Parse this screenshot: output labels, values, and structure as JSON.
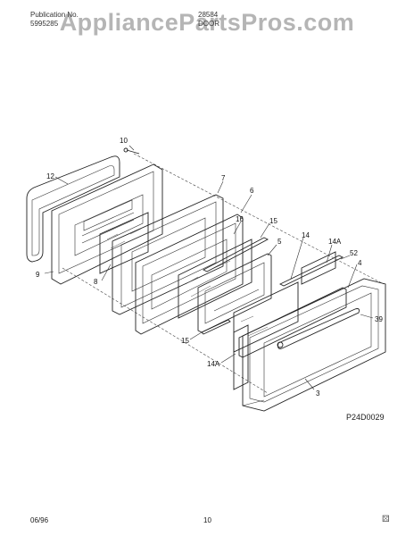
{
  "header": {
    "publication_label": "Publication No.",
    "publication_number": "5995285",
    "model": "28584",
    "section": "DOOR"
  },
  "watermark": "AppliancePartsPros.com",
  "diagram_code": "P24D0029",
  "footer": {
    "date": "06/96",
    "page": "10"
  },
  "callouts": {
    "c10": "10",
    "c12": "12",
    "c9": "9",
    "c8": "8",
    "c7": "7",
    "c6": "6",
    "c16": "16",
    "c15_top": "15",
    "c5": "5",
    "c14": "14",
    "c14a_top": "14A",
    "c52": "52",
    "c4": "4",
    "c39": "39",
    "c15_bottom": "15",
    "c14a_bottom": "14A",
    "c3": "3"
  }
}
